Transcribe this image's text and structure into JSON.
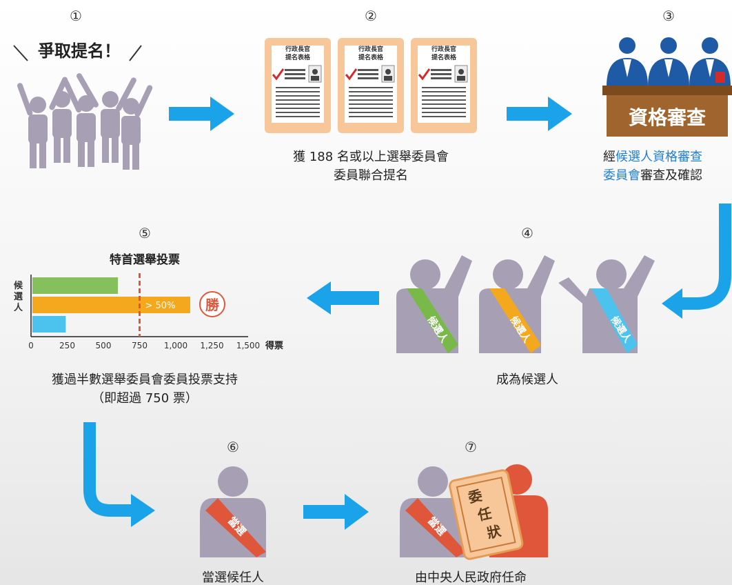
{
  "colors": {
    "arrow": "#1aa3e8",
    "person": "#a7a0b5",
    "person_dark": "#8e879c",
    "form_bg": "#f7c79a",
    "review_blue": "#1f5aa6",
    "review_table": "#a0652e",
    "sash_green": "#79b94a",
    "sash_orange": "#f4a81d",
    "sash_blue": "#4bc3ee",
    "winner_red": "#e0563b",
    "highlight_blue": "#1f7fd6"
  },
  "steps": {
    "s1": {
      "number": "①",
      "shout": "爭取提名！"
    },
    "s2": {
      "number": "②",
      "form_title_1": "行政長官",
      "form_title_2": "提名表格",
      "caption_1": "獲 188 名或以上選舉委員會",
      "caption_2": "委員聯合提名"
    },
    "s3": {
      "number": "③",
      "sign": "資格審查",
      "caption_a": "經",
      "caption_b": "候選人資格審查",
      "caption_c": "委員會",
      "caption_d": "審查及確認"
    },
    "s4": {
      "number": "④",
      "sash_1": "候選人",
      "sash_2": "候選人",
      "sash_3": "候選人",
      "caption": "成為候選人"
    },
    "s5": {
      "number": "⑤",
      "caption_1": "獲過半數選舉委員會委員投票支持",
      "caption_2": "（即超過 750 票）"
    },
    "s6": {
      "number": "⑥",
      "sash": "當選",
      "caption": "當選候任人"
    },
    "s7": {
      "number": "⑦",
      "sash": "當選",
      "certificate": "委任狀",
      "caption": "由中央人民政府任命"
    }
  },
  "chart_data": {
    "type": "bar",
    "orientation": "horizontal",
    "title": "特首選舉投票",
    "ylabel": "候選人",
    "xlabel": "得票",
    "xlim": [
      0,
      1500
    ],
    "xticks": [
      0,
      250,
      500,
      750,
      1000,
      1250,
      1500
    ],
    "xtick_labels": [
      "0",
      "250",
      "500",
      "750",
      "1,000",
      "1,250",
      "1,500"
    ],
    "values": [
      600,
      1100,
      240
    ],
    "bar_colors": [
      "#86c05c",
      "#f4a81d",
      "#4bc3ee"
    ],
    "threshold": 750,
    "threshold_label": "> 50%",
    "winner_badge": "勝"
  }
}
